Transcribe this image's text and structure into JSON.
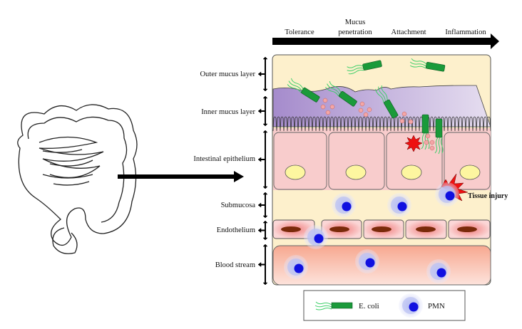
{
  "stages": [
    "Tolerance",
    "Mucus",
    "penetration",
    "Attachment",
    "Inflammation"
  ],
  "layers": [
    "Outer mucus layer",
    "Inner mucus layer",
    "Intestinal epithelium",
    "Submucosa",
    "Endothelium",
    "Blood stream"
  ],
  "annotation": "Tissue injury",
  "legend": {
    "ecoli": "E. coli",
    "pmn": "PMN"
  },
  "icons": [
    "intestine-icon",
    "e-coli-icon",
    "pmn-icon",
    "injury-burst-icon"
  ],
  "colors": {
    "outer_mucus": "#fdf0cc",
    "inner_mucus": "#b9a5d8",
    "epithelium": "#f8cccc",
    "nucleus": "#fdf6a0",
    "ecoli": "#1a9a3a",
    "pmn_nucleus": "#1010e0",
    "injury": "#ee1111",
    "blood": "#f9b9a6"
  }
}
